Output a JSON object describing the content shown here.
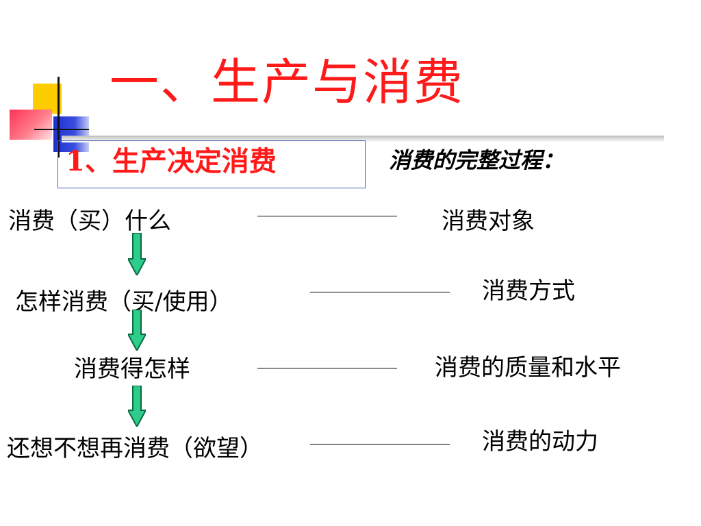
{
  "slide": {
    "title": "一、生产与消费",
    "subtitle": "1、生产决定消费",
    "process_title": "消费的完整过程："
  },
  "rows": [
    {
      "left": "消费（买）什么",
      "right": "消费对象"
    },
    {
      "left": "怎样消费（买/使用）",
      "right": "消费方式"
    },
    {
      "left": "消费得怎样",
      "right": "消费的质量和水平"
    },
    {
      "left": "还想不想再消费（欲望）",
      "right": "消费的动力"
    }
  ],
  "colors": {
    "title": "#ff1a1a",
    "arrow_fill": "#2ecc8a",
    "arrow_stroke": "#0a6b3e",
    "logo_yellow": "#ffcc00",
    "logo_blue": "#1c2fd0",
    "logo_red": "#ff3355"
  },
  "icons": [
    "down-arrow-icon",
    "down-arrow-icon",
    "down-arrow-icon"
  ]
}
